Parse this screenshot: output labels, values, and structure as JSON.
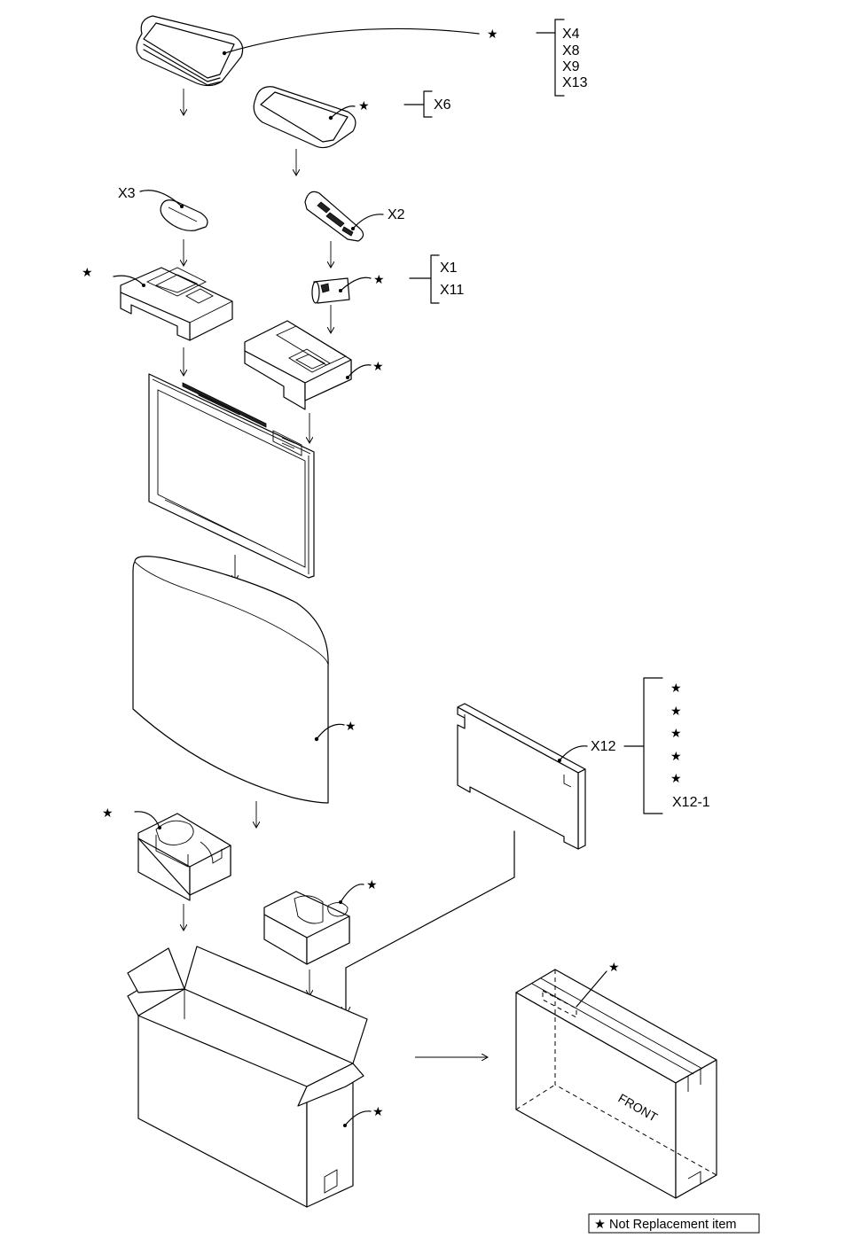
{
  "star_symbol": "★",
  "groups": {
    "g1": [
      "X4",
      "X8",
      "X9",
      "X13"
    ],
    "g2": [
      "X6"
    ],
    "g3": [
      "X1",
      "X11"
    ],
    "g4": [
      "X12-1"
    ]
  },
  "labels": {
    "x3": "X3",
    "x2": "X2",
    "x12": "X12"
  },
  "box": {
    "front_label": "FRONT"
  },
  "legend": {
    "text": "★ Not Replacement item"
  }
}
